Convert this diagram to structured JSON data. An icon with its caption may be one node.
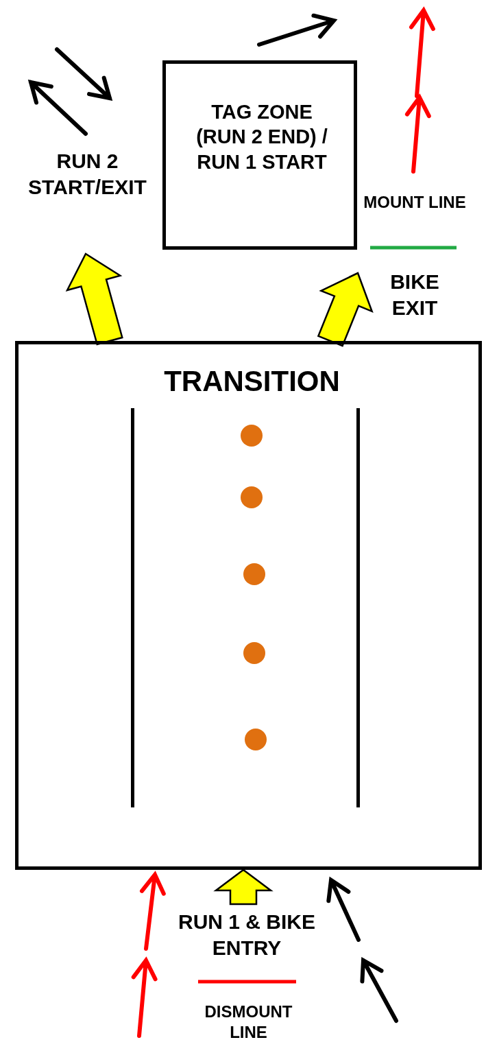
{
  "diagram": {
    "nodes": [
      {
        "text": [
          "TAG ZONE (RUN 2 END) / RUN 1 START"
        ]
      },
      {
        "text": [
          "TRANSITION"
        ]
      }
    ],
    "edges": [
      {
        "from": 1,
        "to": null,
        "arrow": "to"
      },
      {
        "from": 1,
        "to": null,
        "arrow": "to",
        "label": "BIKE EXIT"
      },
      {
        "from": null,
        "to": 1,
        "arrow": "to"
      }
    ],
    "labels": [
      "RUN 2 START/EXIT",
      "MOUNT LINE",
      "RUN 1 & BIKE ENTRY",
      "DISMOUNT LINE"
    ]
  }
}
